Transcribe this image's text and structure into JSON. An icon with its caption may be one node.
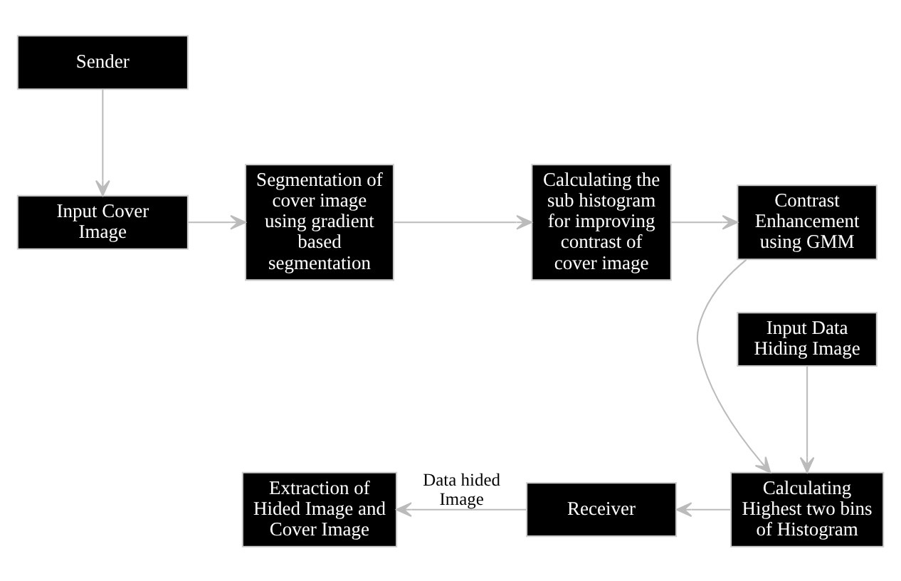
{
  "diagram": {
    "nodes": [
      {
        "text": [
          "Sender"
        ]
      },
      {
        "text": [
          "Input Cover Image"
        ]
      },
      {
        "text": [
          "Segmentation of cover image using gradient based segmentation"
        ]
      },
      {
        "text": [
          "Calculating the sub histogram for improving contrast of cover image"
        ]
      },
      {
        "text": [
          "Contrast Enhancement using GMM"
        ]
      },
      {
        "text": [
          "Calculating Highest two bins of Histogram"
        ]
      },
      {
        "text": [
          "Receiver"
        ]
      },
      {
        "text": [
          "Extraction of Hided Image and Cover Image"
        ]
      },
      {
        "text": [
          "Input Data Hiding Image"
        ]
      }
    ],
    "edges": [
      {
        "from": 0,
        "to": 1,
        "arrow": "to"
      },
      {
        "from": 1,
        "to": 2,
        "arrow": "to"
      },
      {
        "from": 2,
        "to": 3,
        "arrow": "to"
      },
      {
        "from": 3,
        "to": 4,
        "arrow": "to"
      },
      {
        "from": 4,
        "to": 5,
        "arrow": "to"
      },
      {
        "from": 5,
        "to": 6,
        "arrow": "to"
      },
      {
        "from": 6,
        "to": 7,
        "arrow": "to",
        "label": "Data hided Image"
      },
      {
        "from": 8,
        "to": 5,
        "arrow": "to"
      }
    ]
  }
}
